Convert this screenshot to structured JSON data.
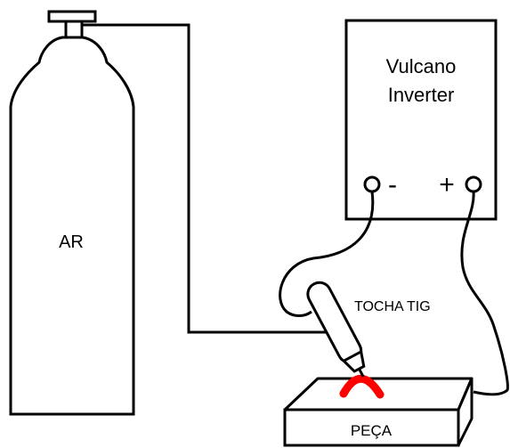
{
  "cylinder": {
    "label": "AR"
  },
  "power_source": {
    "line1": "Vulcano",
    "line2": "Inverter",
    "negative_terminal": "-",
    "positive_terminal": "+"
  },
  "torch": {
    "label": "TOCHA TIG"
  },
  "workpiece": {
    "label": "PEÇA"
  },
  "colors": {
    "line": "#000000",
    "arc": "#ff0000",
    "background": "#ffffff"
  }
}
